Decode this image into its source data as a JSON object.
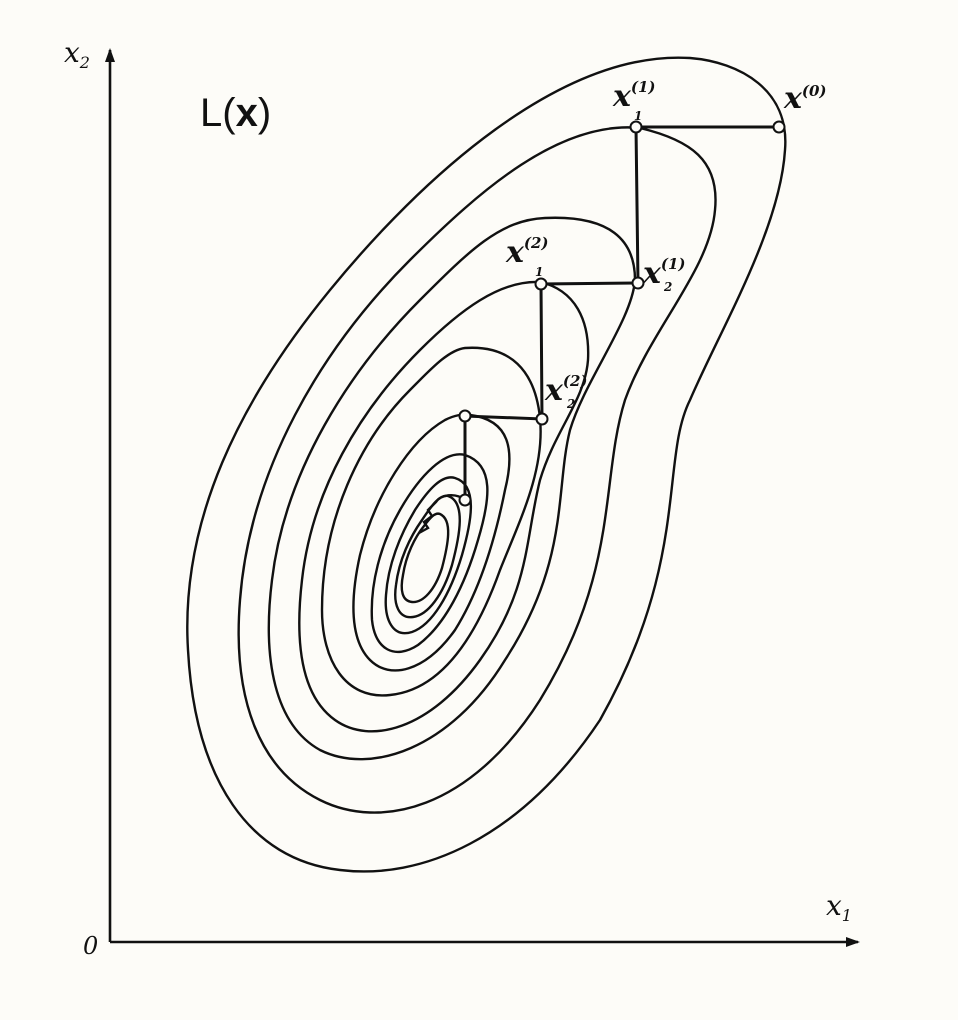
{
  "title": {
    "func": "L(",
    "var": "x",
    "close": ")"
  },
  "axes": {
    "x_label": {
      "base": "x",
      "sub": "1"
    },
    "y_label": {
      "base": "x",
      "sub": "2"
    },
    "origin": "0"
  },
  "points": {
    "x0": {
      "base": "x",
      "sup": "(0)",
      "sub": ""
    },
    "x11": {
      "base": "x",
      "sup": "(1)",
      "sub": "1"
    },
    "x21": {
      "base": "x",
      "sup": "(1)",
      "sub": "2"
    },
    "x12": {
      "base": "x",
      "sup": "(2)",
      "sub": "1"
    },
    "x22": {
      "base": "x",
      "sup": "(2)",
      "sub": "2"
    }
  },
  "colors": {
    "ink": "#111111",
    "paper": "#fdfcf8"
  }
}
